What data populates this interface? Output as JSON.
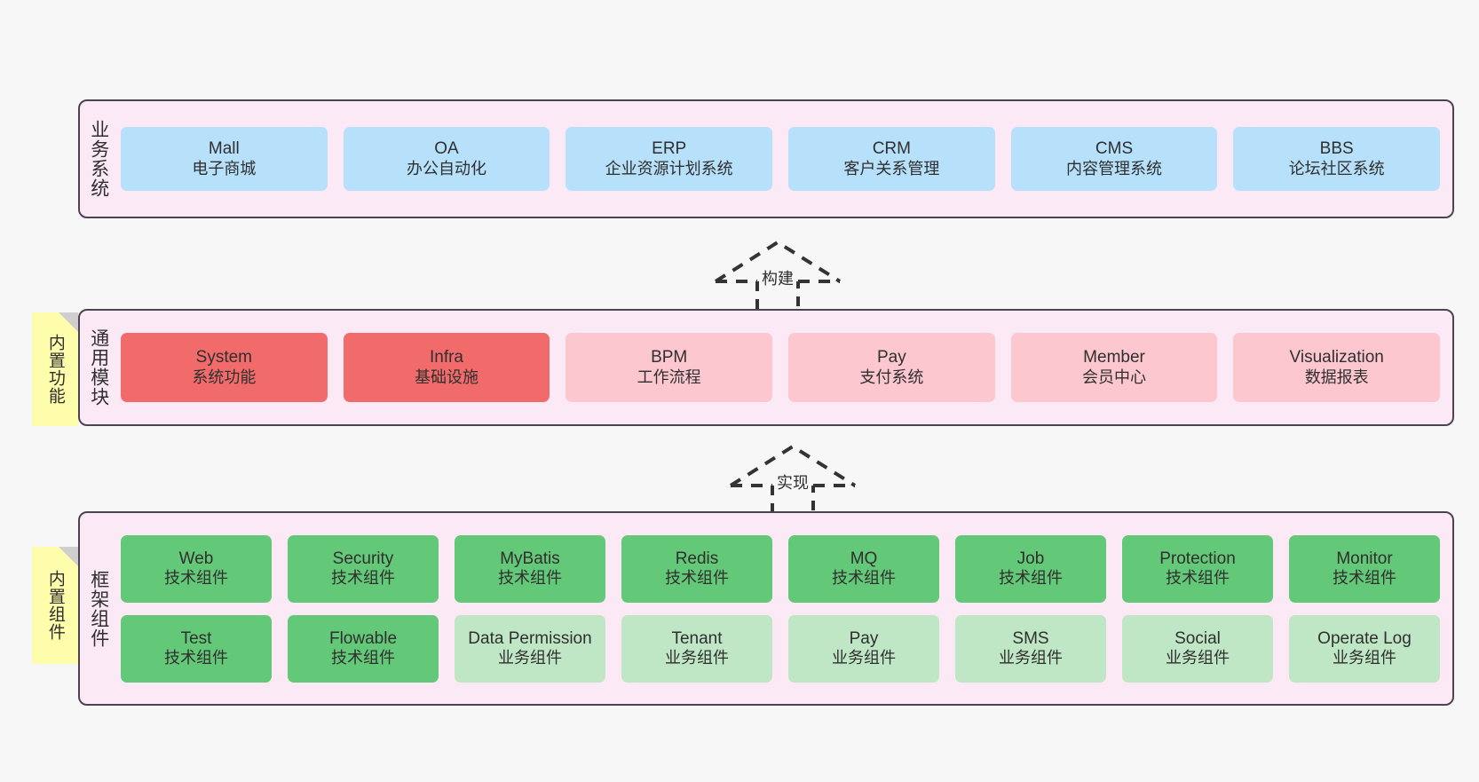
{
  "diagram": {
    "background": "#f7f7f7",
    "band_fill": "#fbeaf5",
    "band_border": "#4c4453",
    "note_fill": "#fdfdab",
    "note_fold": "#cfcfcf"
  },
  "layers": [
    {
      "id": "business",
      "title": "业务系统",
      "rows": [
        {
          "cells": [
            {
              "name": "Mall",
              "desc": "电子商城",
              "color": "#b7e0fb",
              "variant": "c-blue"
            },
            {
              "name": "OA",
              "desc": "办公自动化",
              "color": "#b7e0fb",
              "variant": "c-blue"
            },
            {
              "name": "ERP",
              "desc": "企业资源计划系统",
              "color": "#b7e0fb",
              "variant": "c-blue"
            },
            {
              "name": "CRM",
              "desc": "客户关系管理",
              "color": "#b7e0fb",
              "variant": "c-blue"
            },
            {
              "name": "CMS",
              "desc": "内容管理系统",
              "color": "#b7e0fb",
              "variant": "c-blue"
            },
            {
              "name": "BBS",
              "desc": "论坛社区系统",
              "color": "#b7e0fb",
              "variant": "c-blue"
            }
          ]
        }
      ]
    },
    {
      "id": "modules",
      "title": "通用模块",
      "note": "内置功能",
      "rows": [
        {
          "cells": [
            {
              "name": "System",
              "desc": "系统功能",
              "color": "#f26b6b",
              "variant": "c-red"
            },
            {
              "name": "Infra",
              "desc": "基础设施",
              "color": "#f26b6b",
              "variant": "c-red"
            },
            {
              "name": "BPM",
              "desc": "工作流程",
              "color": "#fcc7cf",
              "variant": "c-pink"
            },
            {
              "name": "Pay",
              "desc": "支付系统",
              "color": "#fcc7cf",
              "variant": "c-pink"
            },
            {
              "name": "Member",
              "desc": "会员中心",
              "color": "#fcc7cf",
              "variant": "c-pink"
            },
            {
              "name": "Visualization",
              "desc": "数据报表",
              "color": "#fcc7cf",
              "variant": "c-pink"
            }
          ]
        }
      ]
    },
    {
      "id": "frame",
      "title": "框架组件",
      "note": "内置组件",
      "rows": [
        {
          "cells": [
            {
              "name": "Web",
              "desc": "技术组件",
              "color": "#63c878",
              "variant": "c-green"
            },
            {
              "name": "Security",
              "desc": "技术组件",
              "color": "#63c878",
              "variant": "c-green"
            },
            {
              "name": "MyBatis",
              "desc": "技术组件",
              "color": "#63c878",
              "variant": "c-green"
            },
            {
              "name": "Redis",
              "desc": "技术组件",
              "color": "#63c878",
              "variant": "c-green"
            },
            {
              "name": "MQ",
              "desc": "技术组件",
              "color": "#63c878",
              "variant": "c-green"
            },
            {
              "name": "Job",
              "desc": "技术组件",
              "color": "#63c878",
              "variant": "c-green"
            },
            {
              "name": "Protection",
              "desc": "技术组件",
              "color": "#63c878",
              "variant": "c-green"
            },
            {
              "name": "Monitor",
              "desc": "技术组件",
              "color": "#63c878",
              "variant": "c-green"
            }
          ]
        },
        {
          "cells": [
            {
              "name": "Test",
              "desc": "技术组件",
              "color": "#63c878",
              "variant": "c-green"
            },
            {
              "name": "Flowable",
              "desc": "技术组件",
              "color": "#63c878",
              "variant": "c-green"
            },
            {
              "name": "Data Permission",
              "desc": "业务组件",
              "color": "#bfe7c6",
              "variant": "c-lightgreen"
            },
            {
              "name": "Tenant",
              "desc": "业务组件",
              "color": "#bfe7c6",
              "variant": "c-lightgreen"
            },
            {
              "name": "Pay",
              "desc": "业务组件",
              "color": "#bfe7c6",
              "variant": "c-lightgreen"
            },
            {
              "name": "SMS",
              "desc": "业务组件",
              "color": "#bfe7c6",
              "variant": "c-lightgreen"
            },
            {
              "name": "Social",
              "desc": "业务组件",
              "color": "#bfe7c6",
              "variant": "c-lightgreen"
            },
            {
              "name": "Operate Log",
              "desc": "业务组件",
              "color": "#bfe7c6",
              "variant": "c-lightgreen"
            }
          ]
        }
      ]
    }
  ],
  "connectors": [
    {
      "id": "build",
      "label": "构建",
      "style": "dashed-hollow-arrow-up",
      "from": "modules",
      "to": "business"
    },
    {
      "id": "impl",
      "label": "实现",
      "style": "dashed-hollow-arrow-up",
      "from": "frame",
      "to": "modules"
    }
  ]
}
